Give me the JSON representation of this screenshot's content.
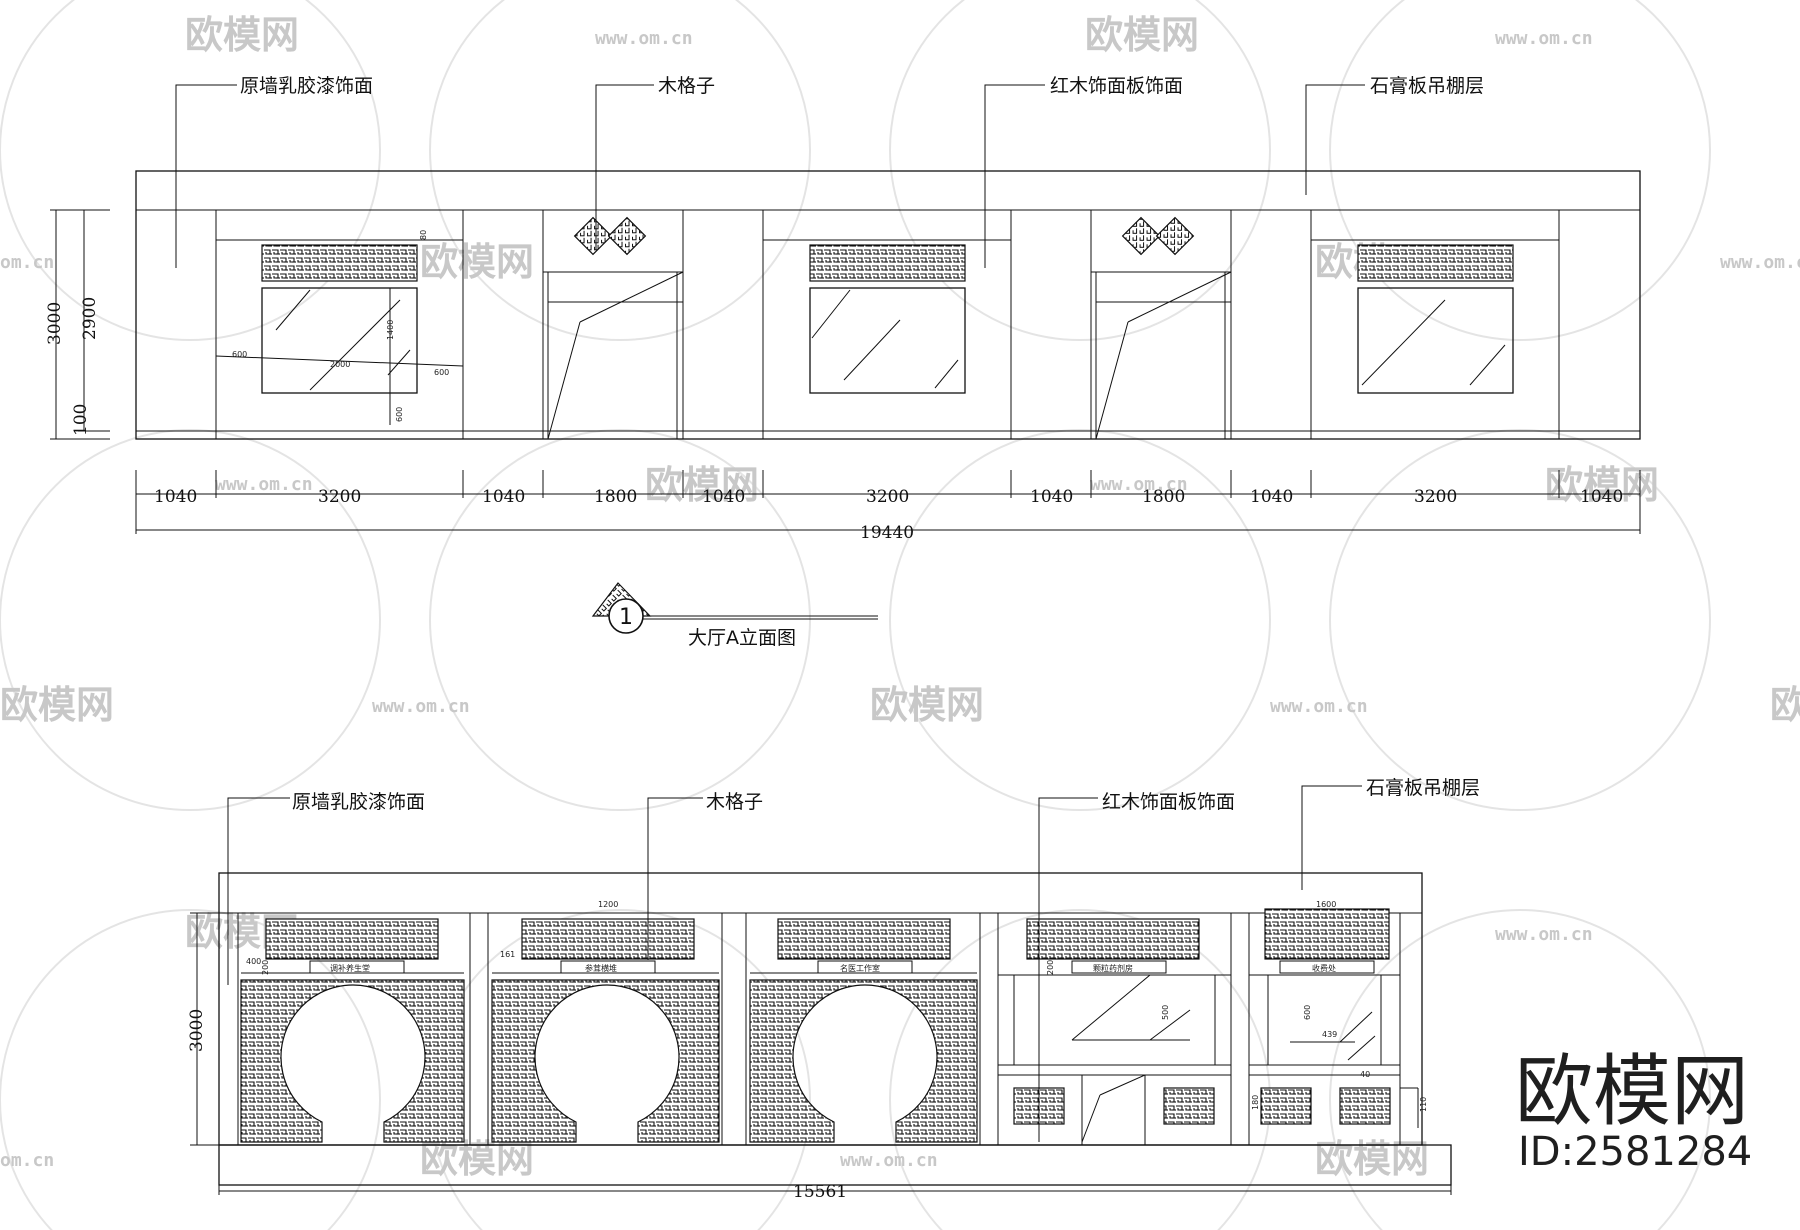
{
  "watermark": {
    "logo_text": "欧模网",
    "url_text": "www.om.cn",
    "partial_url": "om.cn"
  },
  "brand": {
    "name": "欧模网",
    "id": "ID:2581284"
  },
  "elevation_a": {
    "callouts": [
      "原墙乳胶漆饰面",
      "木格子",
      "红木饰面板饰面",
      "石膏板吊棚层"
    ],
    "height_dims": [
      "3000",
      "2900",
      "100"
    ],
    "bottom_dims": [
      "1040",
      "3200",
      "1040",
      "1800",
      "1040",
      "3200",
      "1040",
      "1800",
      "1040",
      "3200",
      "1040"
    ],
    "total": "19440",
    "inner_dims": [
      "600",
      "1400",
      "600",
      "2000",
      "600",
      "80"
    ],
    "section_number": "1",
    "section_title": "大厅A立面图"
  },
  "elevation_b": {
    "callouts": [
      "原墙乳胶漆饰面",
      "木格子",
      "红木饰面板饰面",
      "石膏板吊棚层"
    ],
    "height_dim": "3000",
    "total": "15561",
    "signs": [
      "调补养生堂",
      "参茸横堆",
      "名医工作室",
      "颗粒药剂房",
      "收费处"
    ],
    "inner_dims": [
      "400",
      "200",
      "1200",
      "161",
      "1600",
      "200",
      "500",
      "600",
      "439",
      "40",
      "180",
      "110"
    ]
  }
}
